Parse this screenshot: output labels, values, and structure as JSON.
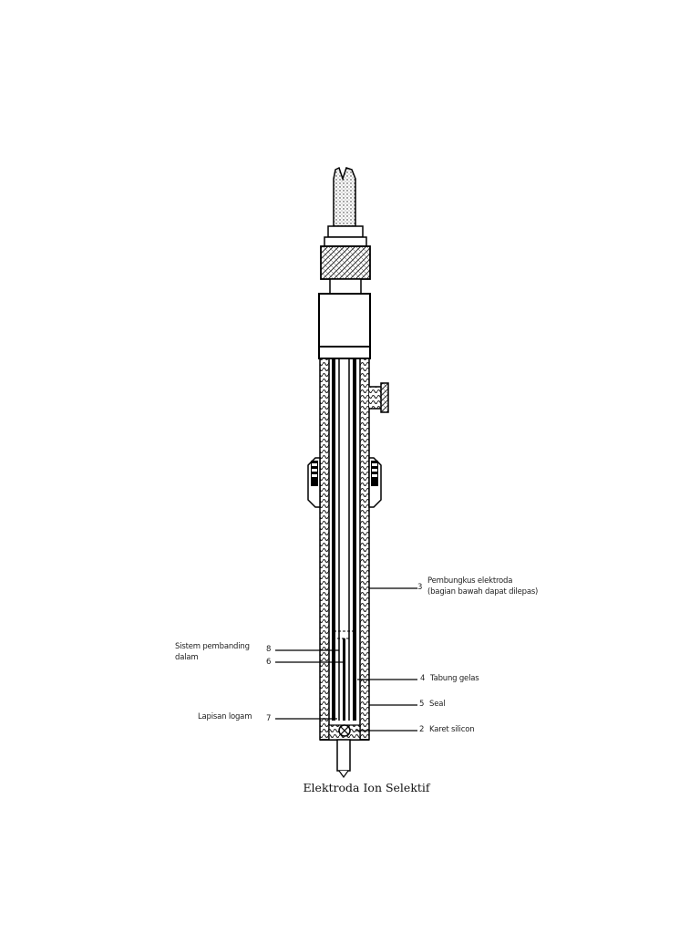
{
  "labels": {
    "pembungkus_num": "3",
    "pembungkus_line1": "Pembungkus elektroda",
    "pembungkus_line2": "(bagian bawah dapat dilepas)",
    "sistem_line1": "Sistem pembanding",
    "sistem_line2": "dalam",
    "sistem_num": "8",
    "num_6": "6",
    "tabung_num": "4",
    "tabung": "Tabung gelas",
    "seal_num": "5",
    "seal": "Seal",
    "karet_num": "2",
    "karet": "Karet silicon",
    "lapisan": "Lapisan logam",
    "lapisan_num": "7"
  },
  "caption": "Elektroda Ion Selektif"
}
